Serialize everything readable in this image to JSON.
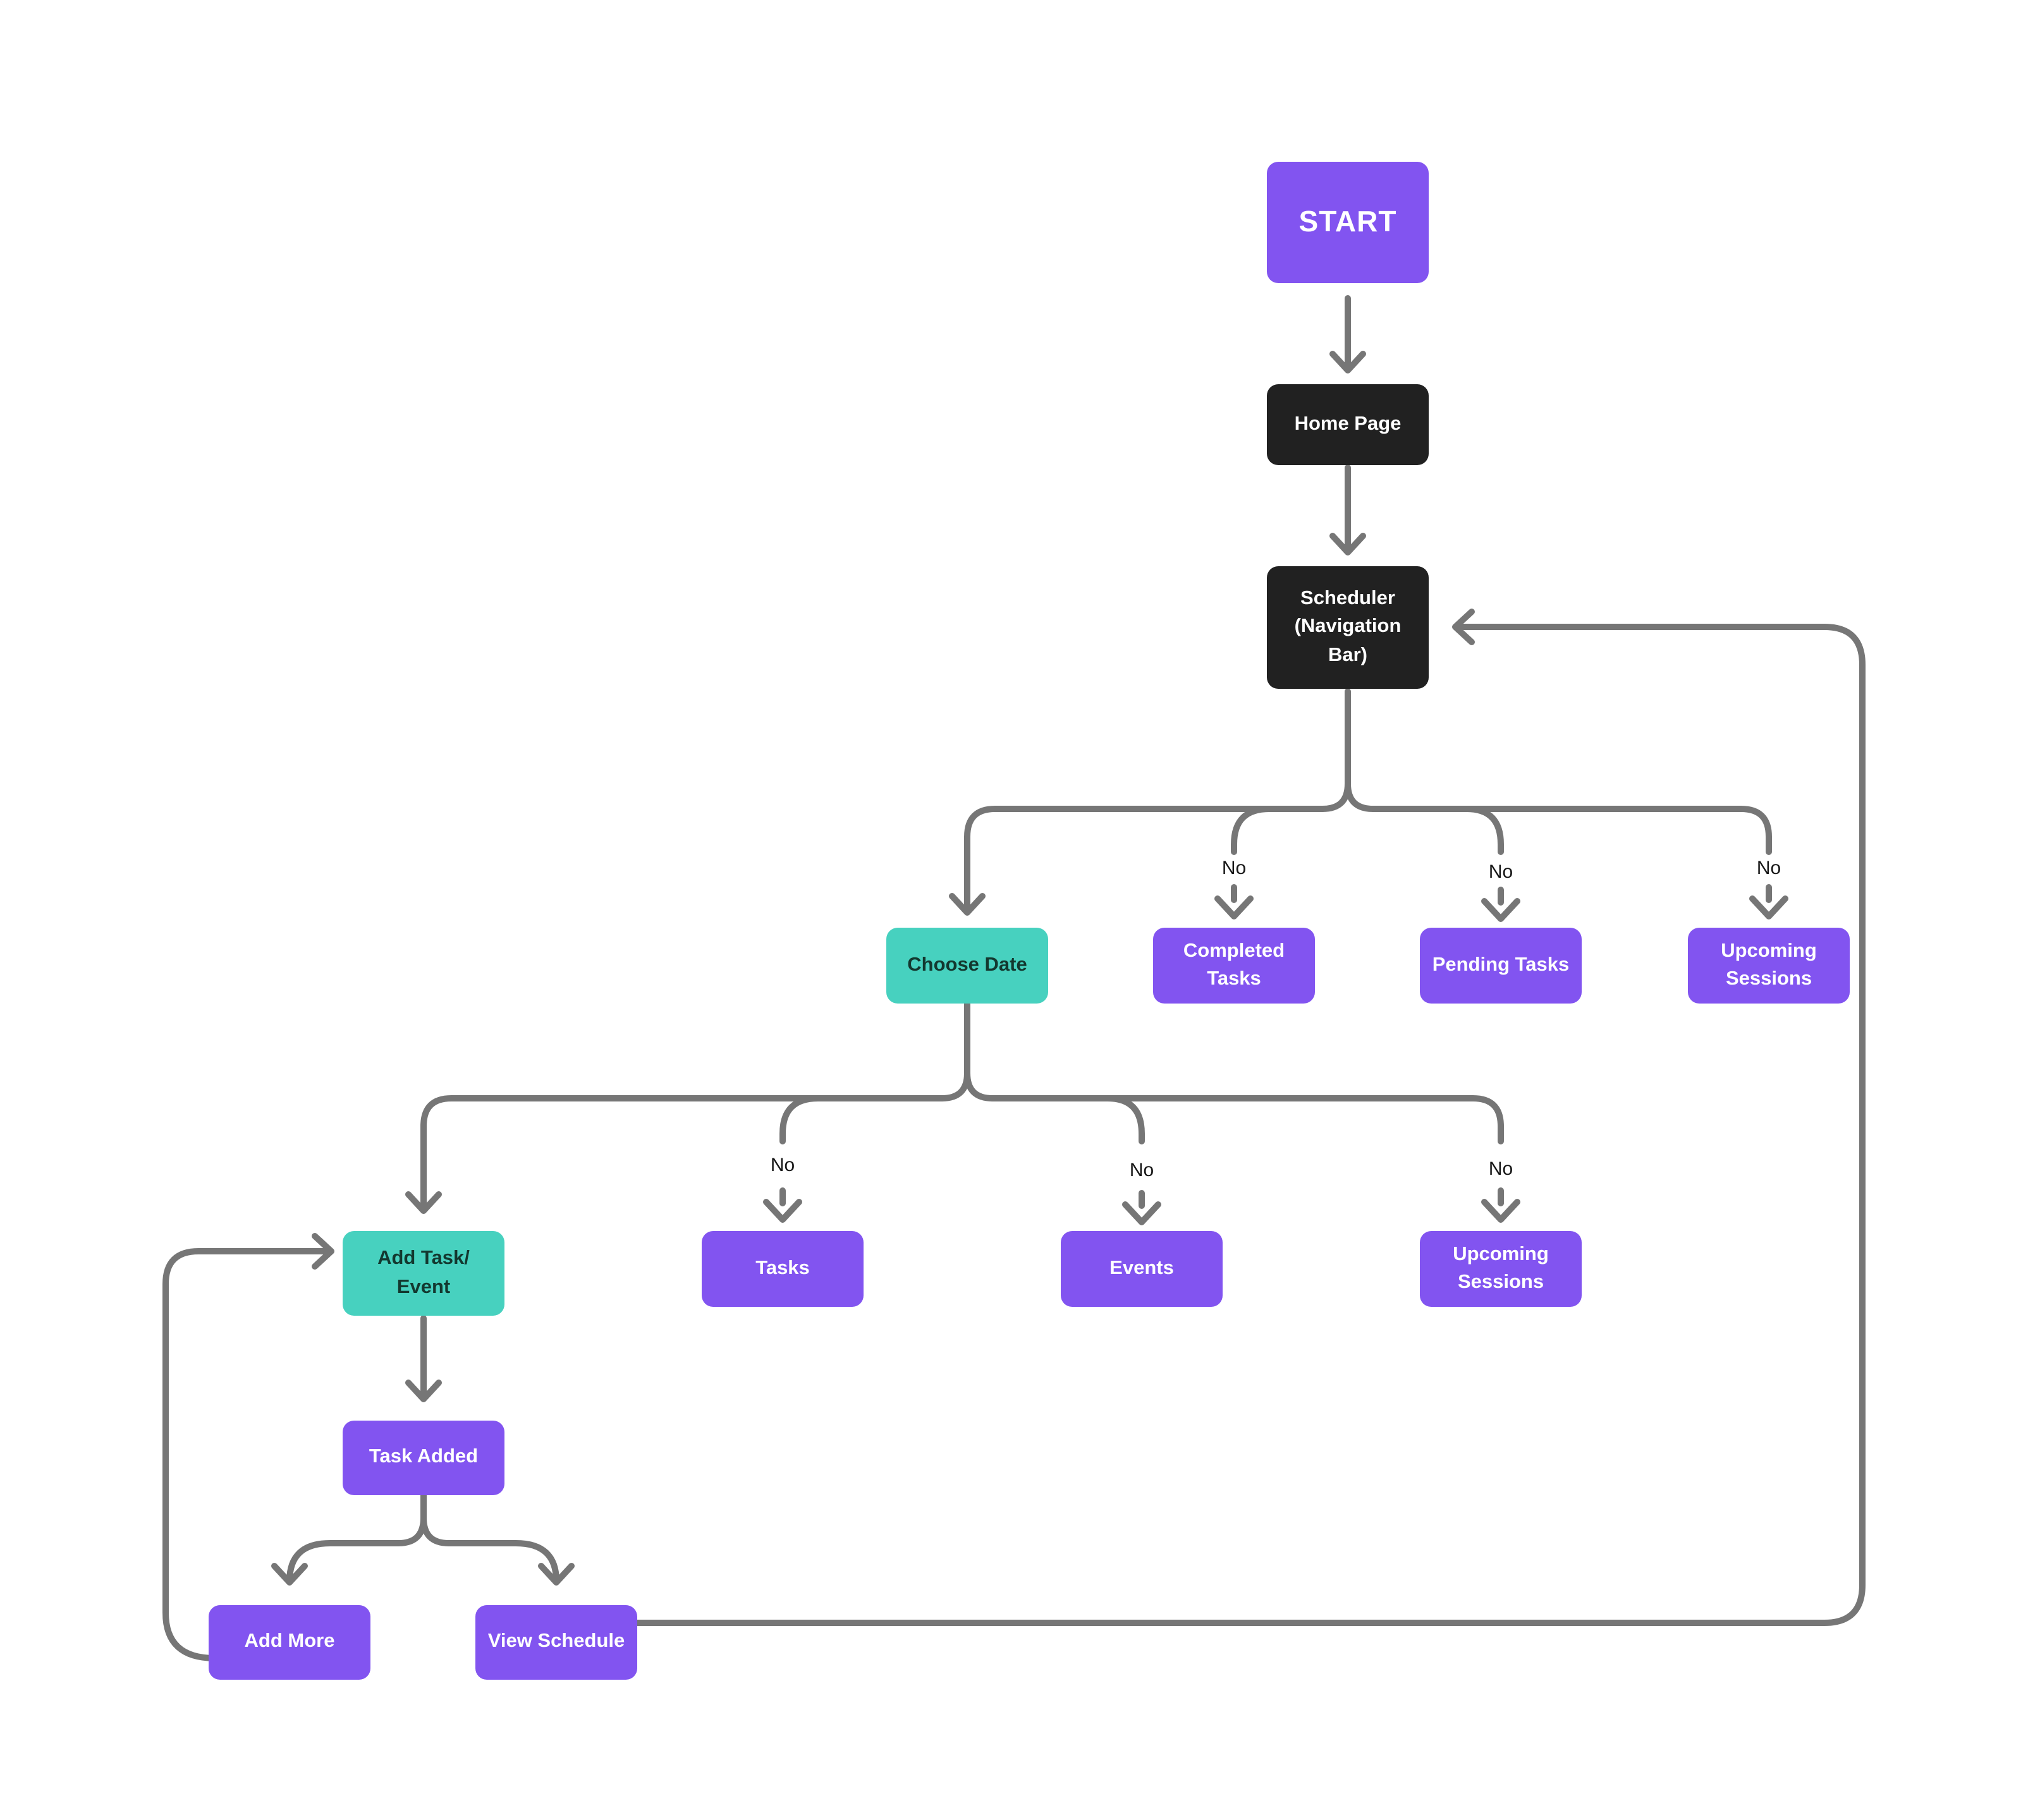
{
  "diagram": {
    "background": "#ffffff",
    "colors": {
      "node_purple": "#8254F0",
      "node_dark": "#212121",
      "node_teal": "#47D1BF",
      "connector_gray": "#767676",
      "text_on_purple": "#ffffff",
      "text_on_teal": "#13382F",
      "edge_label_text": "#161616"
    },
    "nodes": [
      {
        "id": "start",
        "label": "START",
        "variant": "purple",
        "emphasis": true
      },
      {
        "id": "home-page",
        "label": "Home Page",
        "variant": "dark"
      },
      {
        "id": "scheduler",
        "label": "Scheduler (Navigation Bar)",
        "variant": "dark"
      },
      {
        "id": "choose-date",
        "label": "Choose Date",
        "variant": "teal"
      },
      {
        "id": "completed-tasks",
        "label": "Completed Tasks",
        "variant": "purple"
      },
      {
        "id": "pending-tasks",
        "label": "Pending Tasks",
        "variant": "purple"
      },
      {
        "id": "upcoming-sessions-1",
        "label": "Upcoming Sessions",
        "variant": "purple"
      },
      {
        "id": "add-task-event",
        "label": "Add Task/ Event",
        "variant": "teal"
      },
      {
        "id": "tasks",
        "label": "Tasks",
        "variant": "purple"
      },
      {
        "id": "events",
        "label": "Events",
        "variant": "purple"
      },
      {
        "id": "upcoming-sessions-2",
        "label": "Upcoming Sessions",
        "variant": "purple"
      },
      {
        "id": "task-added",
        "label": "Task Added",
        "variant": "purple"
      },
      {
        "id": "add-more",
        "label": "Add More",
        "variant": "purple"
      },
      {
        "id": "view-schedule",
        "label": "View Schedule",
        "variant": "purple"
      }
    ],
    "edge_labels": [
      {
        "id": "no-completed-tasks",
        "text": "No"
      },
      {
        "id": "no-pending-tasks",
        "text": "No"
      },
      {
        "id": "no-upcoming-sessions-1",
        "text": "No"
      },
      {
        "id": "no-tasks",
        "text": "No"
      },
      {
        "id": "no-events",
        "text": "No"
      },
      {
        "id": "no-upcoming-sessions-2",
        "text": "No"
      }
    ]
  }
}
